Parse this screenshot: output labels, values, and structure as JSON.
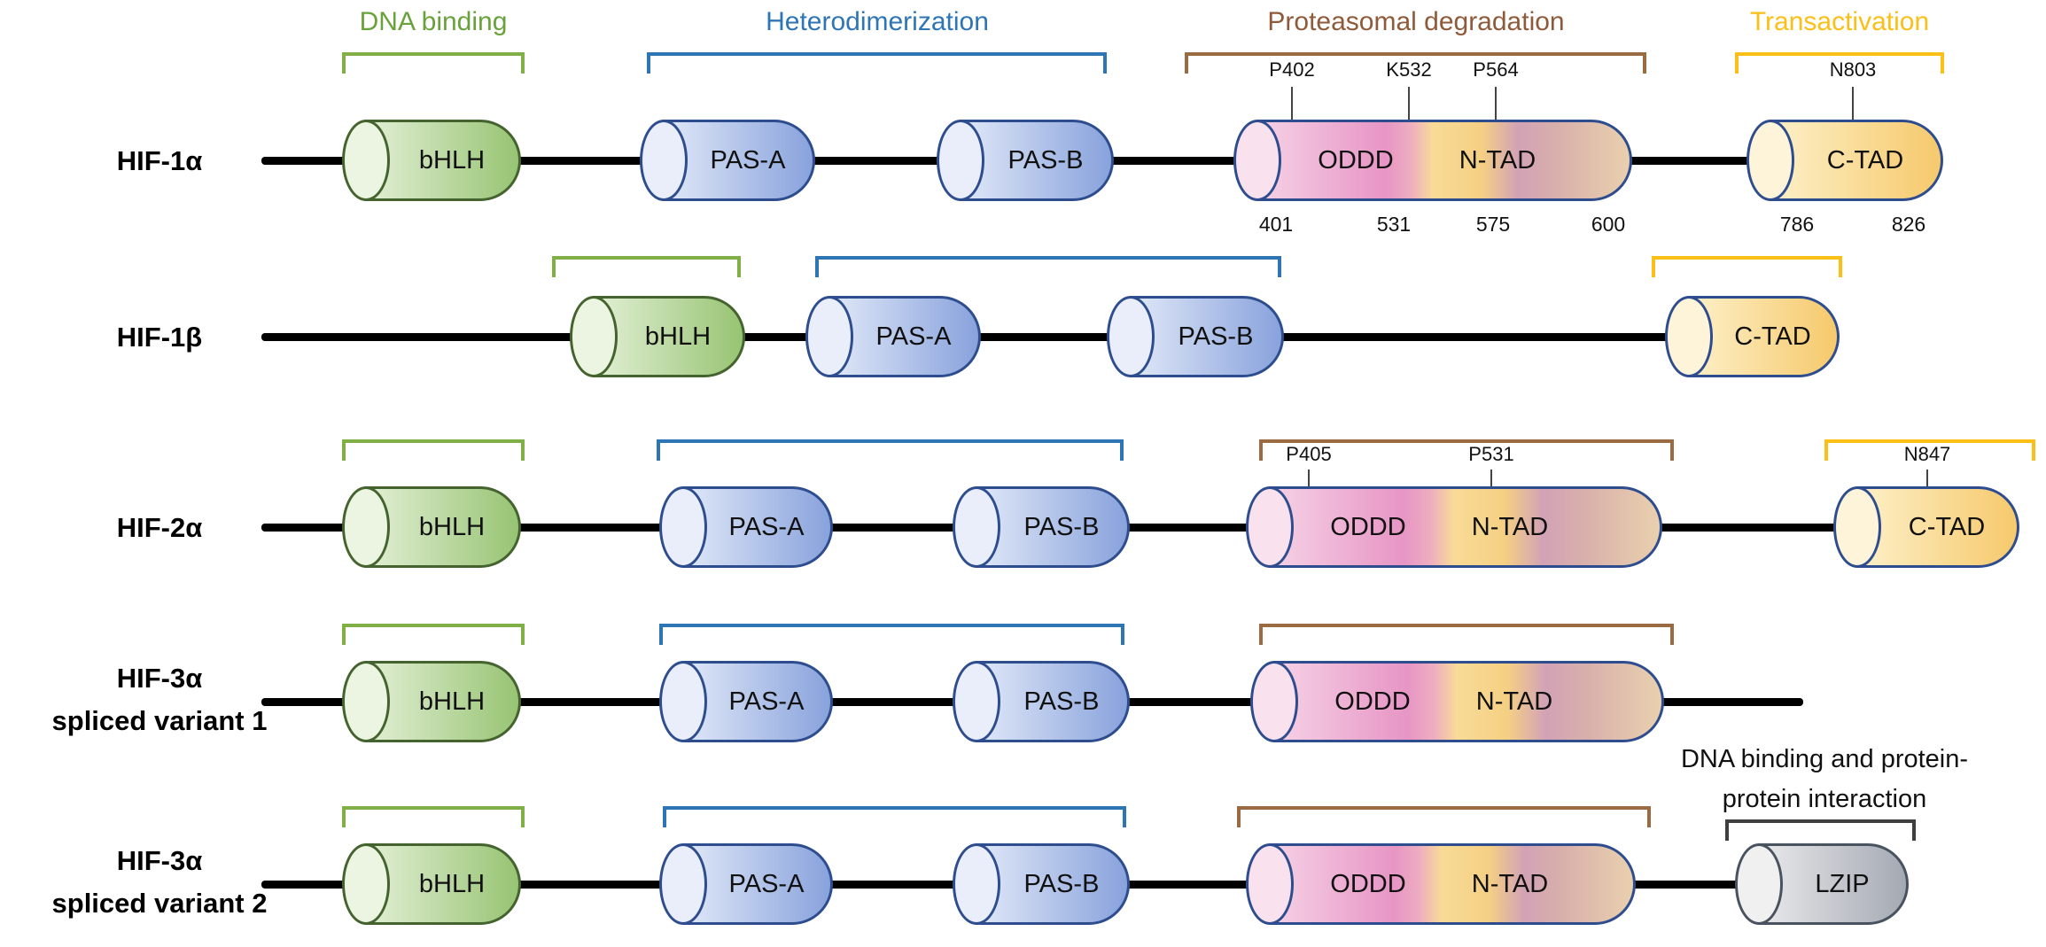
{
  "figure": {
    "section_headers": {
      "dna_binding": {
        "label": "DNA binding",
        "color": "#6aa23a"
      },
      "heterodimerization": {
        "label": "Heterodimerization",
        "color": "#2e75b6"
      },
      "proteasomal_degradation": {
        "label": "Proteasomal degradation",
        "color": "#8f5a3a"
      },
      "transactivation": {
        "label": "Transactivation",
        "color": "#fbbf17"
      }
    },
    "domain_labels": {
      "bhlh": "bHLH",
      "pas_a": "PAS-A",
      "pas_b": "PAS-B",
      "oddd": "ODDD",
      "ntad": "N-TAD",
      "ctad": "C-TAD",
      "lzip": "LZIP"
    },
    "rows": {
      "hif1a": {
        "label": "HIF-1α",
        "residues": {
          "r1": "P402",
          "r2": "K532",
          "r3": "P564",
          "r4": "N803"
        },
        "positions": {
          "n1": "401",
          "n2": "531",
          "n3": "575",
          "n4": "600",
          "n5": "786",
          "n6": "826"
        }
      },
      "hif1b": {
        "label": "HIF-1β"
      },
      "hif2a": {
        "label": "HIF-2α",
        "residues": {
          "r1": "P405",
          "r2": "P531",
          "r3": "N847"
        }
      },
      "hif3a_v1": {
        "label_line1": "HIF-3α",
        "label_line2": "spliced variant 1"
      },
      "hif3a_v2": {
        "label_line1": "HIF-3α",
        "label_line2": "spliced variant 2",
        "annotation_line1": "DNA binding and protein-",
        "annotation_line2": "protein interaction"
      }
    },
    "colors": {
      "backbone": "#000000",
      "bhlh_fill": "#97c473",
      "pas_fill": "#88a2dc",
      "oddd_fill": "#e795c5",
      "ntad_fill": "#f5d083",
      "ctad_fill": "#f6c96c",
      "lzip_fill": "#a4a9b3",
      "dark_bracket": "#3f3f3f"
    }
  }
}
